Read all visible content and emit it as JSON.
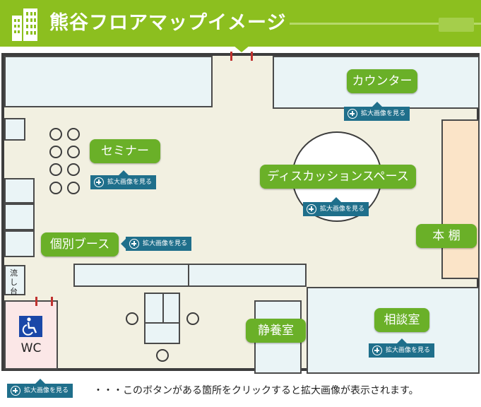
{
  "header": {
    "title": "熊谷フロアマップイメージ",
    "background_color": "#8cbf1f",
    "logo_icon": "building-icon"
  },
  "map": {
    "labels": {
      "counter": "カウンター",
      "seminar": "セミナー",
      "discussion": "ディスカッションスペース",
      "booth": "個別ブース",
      "bookshelf": "本 棚",
      "rest": "静養室",
      "consult": "相談室",
      "sink": "流し台",
      "wc": "WC"
    },
    "zoom_button_label": "拡大画像を見る"
  },
  "footer": {
    "button_label": "拡大画像を見る",
    "note": "・・・このボタンがある箇所をクリックすると拡大画像が表示されます。"
  },
  "colors": {
    "accent_green": "#6ab028",
    "zoom_button_blue": "#1f6f8b",
    "floor": "#f2f0e1",
    "room_fill": "#eaf4f6",
    "bookshelf_fill": "#fbe4c8"
  }
}
